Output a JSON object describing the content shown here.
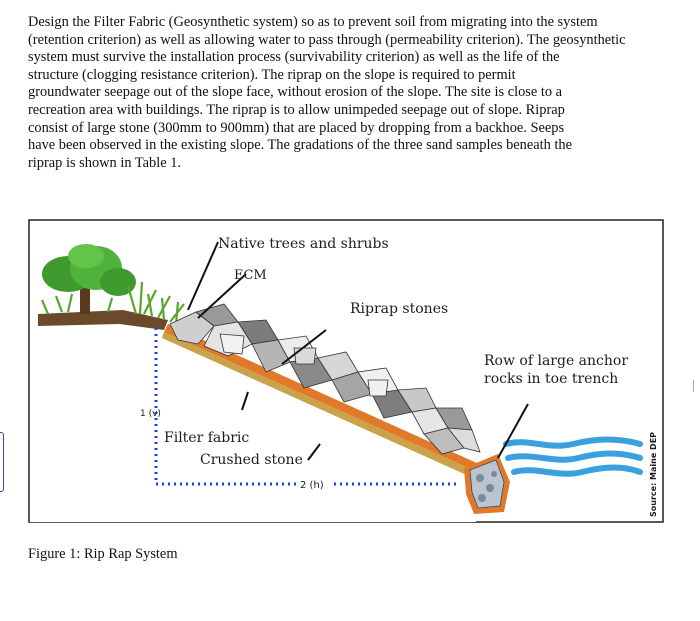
{
  "paragraph_lines": [
    "Design the Filter Fabric (Geosynthetic system) so as to prevent soil from migrating into the system",
    "(retention criterion) as well as allowing water to pass through (permeability criterion). The geosynthetic",
    "system must survive the installation process (survivability criterion) as well as the life of the",
    "structure (clogging resistance criterion). The riprap on the slope is required to permit",
    "groundwater seepage out of the slope face, without erosion of the slope. The site is close to a",
    "recreation area with buildings. The riprap is to allow unimpeded seepage out of slope. Riprap",
    "consist of large stone (300mm to 900mm) that are placed by dropping from a backhoe. Seeps",
    "have been observed in the existing slope. The gradations of the three sand samples beneath the",
    "riprap is shown in Table 1."
  ],
  "figure": {
    "label_trees": "Native trees and shrubs",
    "label_ecm": "ECM",
    "label_riprap": "Riprap stones",
    "label_anchor_1": "Row of large anchor",
    "label_anchor_2": "rocks in toe trench",
    "label_vertical": "1 (v)",
    "label_filter": "Filter fabric",
    "label_crushed": "Crushed stone",
    "label_horizontal": "2 (h)",
    "source": "Source: Maine DEP"
  },
  "caption": "Figure 1: Rip Rap System"
}
